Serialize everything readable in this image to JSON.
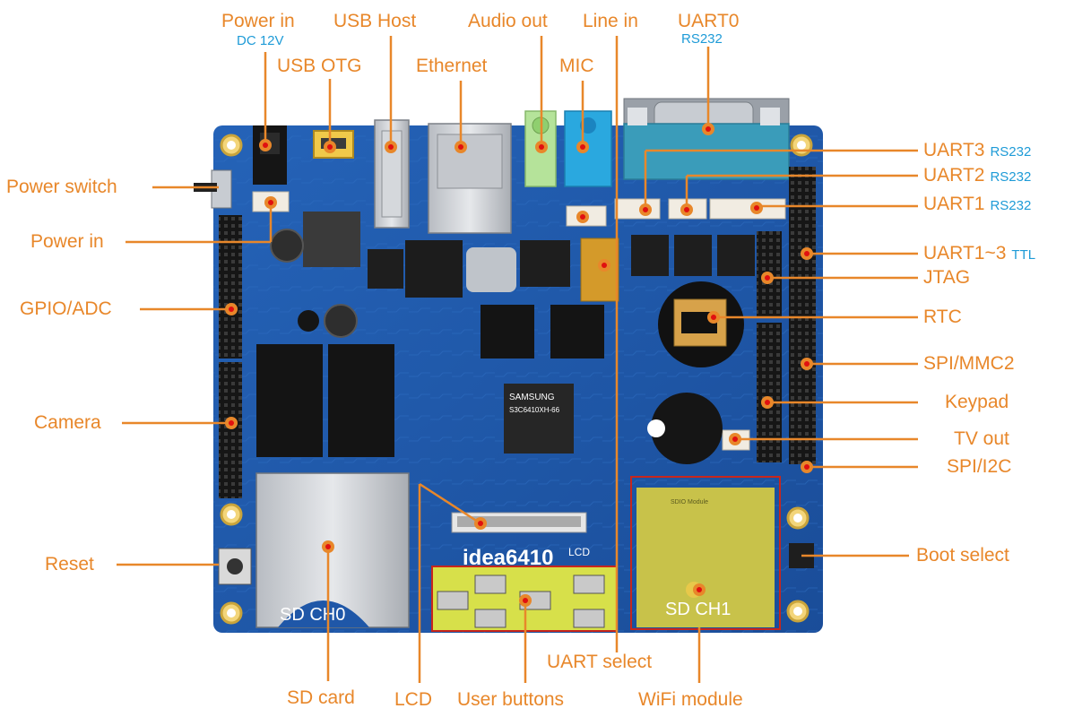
{
  "board": {
    "name": "idea6410",
    "chip_brand": "SAMSUNG",
    "chip_model": "S3C6410XH-66",
    "lcd_mark": "LCD",
    "sd0_mark": "SD  CH0",
    "sd1_mark": "SD  CH1",
    "sdio_mark": "SDIO Module"
  },
  "labels": {
    "power_in_top": "Power in",
    "power_in_top_sub": "DC 12V",
    "usb_host": "USB Host",
    "audio_out": "Audio out",
    "line_in": "Line in",
    "uart0": "UART0",
    "uart0_sub": "RS232",
    "usb_otg": "USB OTG",
    "ethernet": "Ethernet",
    "mic": "MIC",
    "power_switch": "Power switch",
    "power_in_left": "Power in",
    "gpio_adc": "GPIO/ADC",
    "camera": "Camera",
    "reset": "Reset",
    "uart3": "UART3",
    "uart3_sub": "RS232",
    "uart2": "UART2",
    "uart2_sub": "RS232",
    "uart1": "UART1",
    "uart1_sub": "RS232",
    "uart1_3": "UART1~3",
    "uart1_3_sub": "TTL",
    "jtag": "JTAG",
    "rtc": "RTC",
    "spi_mmc2": "SPI/MMC2",
    "keypad": "Keypad",
    "tv_out": "TV out",
    "spi_i2c": "SPI/I2C",
    "boot_select": "Boot select",
    "uart_select": "UART select",
    "sd_card": "SD card",
    "lcd": "LCD",
    "user_buttons": "User buttons",
    "wifi_module": "WiFi module"
  },
  "colors": {
    "label": "#e8872a",
    "sub_label": "#1e9bd7",
    "pcb": "#1f57a8",
    "pcb_dark": "#173f80",
    "marker": "#e8872a",
    "marker_dot": "#e01010",
    "wifi_outline": "#c8261c",
    "buttons_panel": "#d7e04a"
  }
}
